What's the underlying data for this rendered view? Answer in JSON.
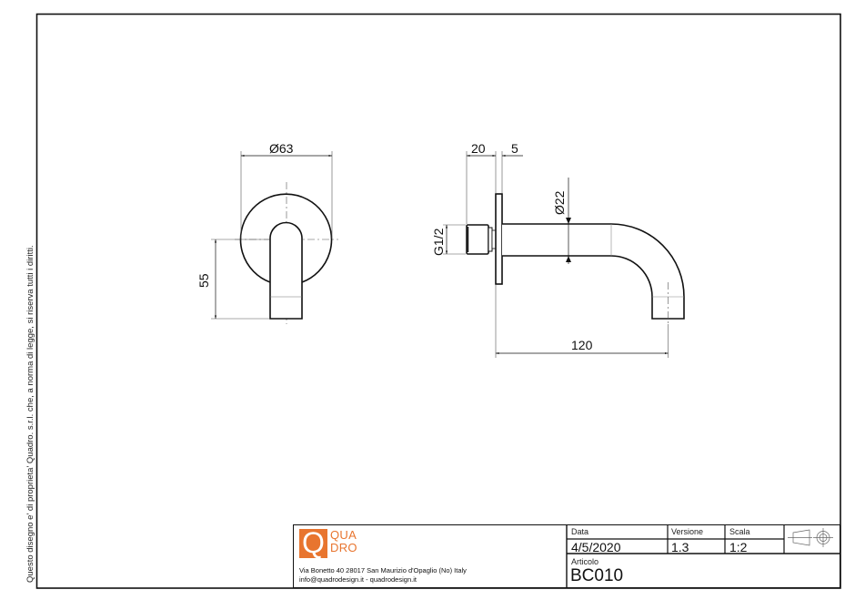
{
  "side_note": "Questo disegno e' di proprieta' Quadro. s.r.l. che, a norma di legge, si riserva tutti i diritti.",
  "drawing": {
    "front_view": {
      "dim_diameter": "63",
      "dim_height": "55"
    },
    "side_view": {
      "dim_thread_length": "20",
      "dim_flange_thickness": "5",
      "dim_thread": "G1/2",
      "dim_pipe_diameter": "22",
      "dim_projection": "120"
    },
    "diameter_symbol": "Ø"
  },
  "title_block": {
    "logo": {
      "mark": "Q",
      "line1": "QUA",
      "line2": "DRO",
      "color": "#E8752F"
    },
    "address_line1": "Via Bonetto 40  28017 San Maurizio d'Opaglio (No) Italy",
    "address_line2": "info@quadrodesign.it  -  quadrodesign.it",
    "date_label": "Data",
    "date_value": "4/5/2020",
    "version_label": "Versione",
    "version_value": "1.3",
    "scale_label": "Scala",
    "scale_value": "1:2",
    "article_label": "Articolo",
    "article_value": "BC010",
    "projection_symbol": "first-angle-projection-icon"
  }
}
